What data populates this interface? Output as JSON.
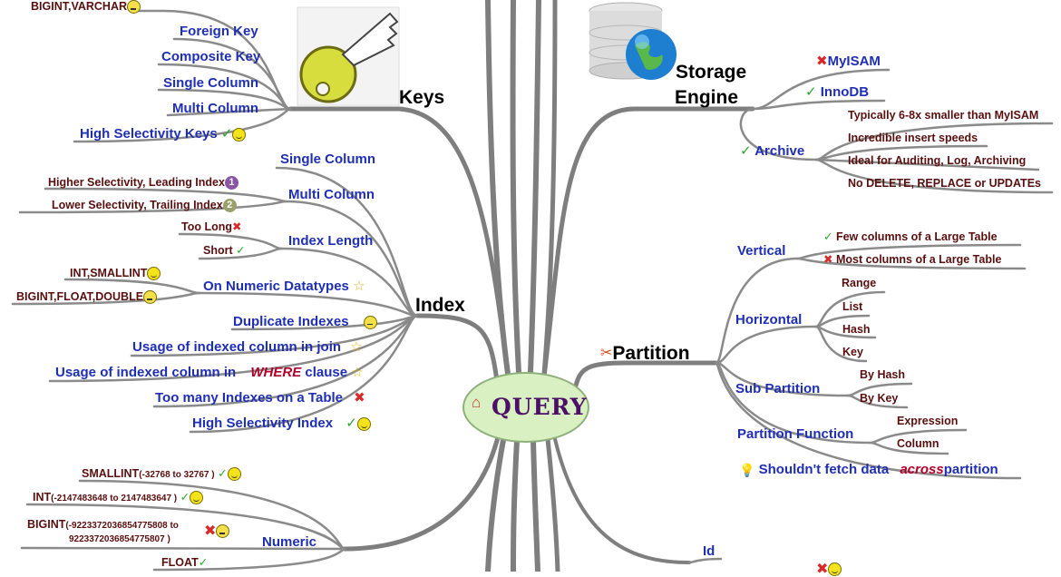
{
  "center": {
    "label": "QUERY"
  },
  "keys": {
    "title": "Keys",
    "top_item": "BIGINT,VARCHAR",
    "items": [
      "Foreign Key",
      "Composite Key",
      "Single Column",
      "Multi Column",
      "High Selectivity Keys"
    ]
  },
  "index": {
    "title": "Index",
    "single_column": "Single Column",
    "multi_column": "Multi Column",
    "multi_children": [
      "Higher Selectivity, Leading Index",
      "Lower Selectivity, Trailing Index"
    ],
    "index_length": "Index Length",
    "length_children": [
      "Too Long",
      "Short"
    ],
    "numeric_datatypes": "On Numeric Datatypes",
    "numeric_children": [
      "INT,SMALLINT",
      "BIGINT,FLOAT,DOUBLE"
    ],
    "duplicate": "Duplicate Indexes",
    "usage_join": "Usage of indexed column in join",
    "usage_where_prefix": "Usage of indexed column in",
    "usage_where_em": "WHERE",
    "usage_where_suffix": "clause",
    "too_many": "Too many Indexes on a Table",
    "high_selectivity": "High Selectivity Index"
  },
  "numeric": {
    "title": "Numeric",
    "smallint": "SMALLINT",
    "smallint_range": "(-32768 to 32767  )",
    "int": "INT",
    "int_range": "(-2147483648 to 2147483647   )",
    "bigint": "BIGINT",
    "bigint_range_1": "(-9223372036854775808 to",
    "bigint_range_2": "9223372036854775807   )",
    "float": "FLOAT"
  },
  "storage": {
    "title_1": "Storage",
    "title_2": "Engine",
    "myisam": "MyISAM",
    "innodb": "InnoDB",
    "archive": "Archive",
    "archive_children": [
      "Typically 6-8x smaller than MyISAM",
      "Incredible insert speeds",
      "Ideal for Auditing, Log, Archiving",
      "No DELETE, REPLACE or UPDATEs"
    ]
  },
  "partition": {
    "title": "Partition",
    "vertical": "Vertical",
    "vertical_children": [
      "Few columns of a Large Table",
      "Most columns of a Large Table"
    ],
    "horizontal": "Horizontal",
    "horizontal_children": [
      "Range",
      "List",
      "Hash",
      "Key"
    ],
    "sub_partition": "Sub Partition",
    "sub_children": [
      "By Hash",
      "By Key"
    ],
    "function": "Partition Function",
    "function_children": [
      "Expression",
      "Column"
    ],
    "shouldnt_prefix": "Shouldn't fetch data",
    "shouldnt_em": "across",
    "shouldnt_suffix": "partition"
  },
  "bottom_right": {
    "id": "Id"
  },
  "icon_names": {
    "key": "key-icon",
    "database": "database-globe-icon",
    "home": "home-icon",
    "partition": "partition-runner-icon",
    "bulb": "lightbulb-icon"
  },
  "colors": {
    "branch": "#7a7a7a",
    "blue_text": "#1f2fb4",
    "red_text": "#5a0f0f",
    "node_fill": "#d9f0c2",
    "query_text": "#4b0f68"
  }
}
